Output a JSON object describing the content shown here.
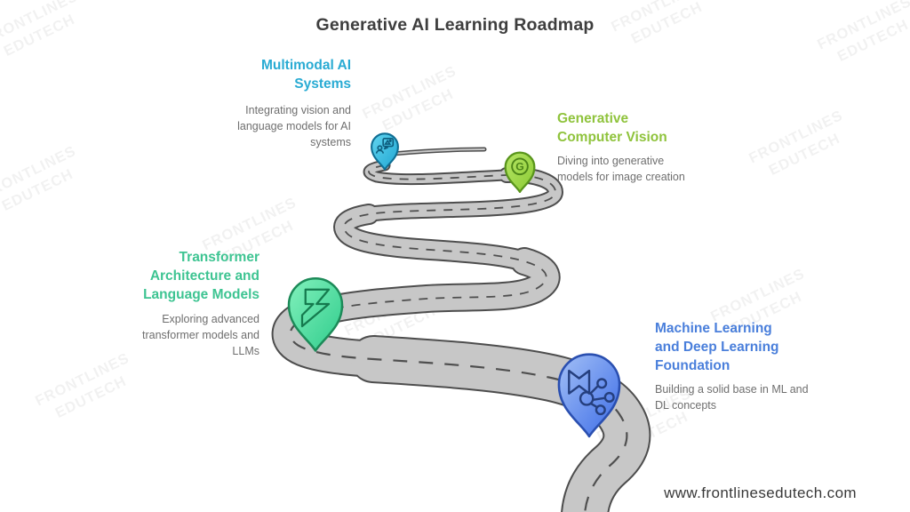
{
  "title": "Generative AI Learning Roadmap",
  "footer": {
    "url": "www.frontlinesedutech.com"
  },
  "watermark": {
    "text": "FRONTLINES\nEDUTECH"
  },
  "milestones": [
    {
      "id": "multimodal-ai-systems",
      "title": "Multimodal AI Systems",
      "description": "Integrating vision and language models for AI systems",
      "accent_color": "#29abd3",
      "pin_color": "#2cb9e0",
      "icon": "chat-vision-pin-icon"
    },
    {
      "id": "generative-computer-vision",
      "title": "Generative Computer Vision",
      "description": "Diving into generative models for image creation",
      "accent_color": "#8fc33c",
      "pin_color": "#9ad64a",
      "icon": "g-logo-pin-icon",
      "icon_letter": "G"
    },
    {
      "id": "transformer-architecture-llms",
      "title": "Transformer Architecture and Language Models",
      "description": "Exploring advanced transformer models and LLMs",
      "accent_color": "#3ec492",
      "pin_color": "#4fdf9f",
      "icon": "zigzag-bolt-pin-icon"
    },
    {
      "id": "ml-dl-foundation",
      "title": "Machine Learning and Deep Learning Foundation",
      "description": "Building a solid base in ML and DL concepts",
      "accent_color": "#4a7fdb",
      "pin_color": "#5b86ee",
      "icon": "book-network-pin-icon"
    }
  ],
  "road": {
    "surface_color": "#c7c7c7",
    "outline_color": "#4d4d4d",
    "dash_color": "#4f4f4f"
  }
}
